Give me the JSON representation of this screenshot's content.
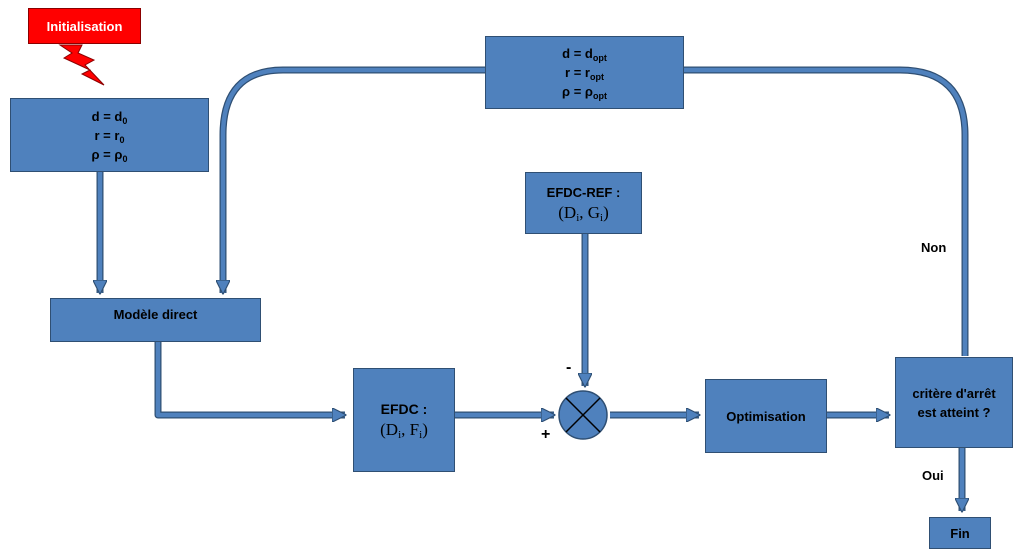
{
  "init_label": "Initialisation",
  "box_init": {
    "d": "d = d",
    "d_sub": "0",
    "r": "r = r",
    "r_sub": "0",
    "rho": "ρ = ρ",
    "rho_sub": "0"
  },
  "box_opt": {
    "d": "d = d",
    "d_sub": "opt",
    "r": "r = r",
    "r_sub": "opt",
    "rho": "ρ = ρ",
    "rho_sub": "opt"
  },
  "efdc_ref": {
    "title": "EFDC-REF :",
    "a": "(D",
    "a_sub": "i",
    "sep": ", G",
    "b_sub": "i",
    "close": ")"
  },
  "modele": "Modèle direct",
  "efdc": {
    "title": "EFDC :",
    "a": "(D",
    "a_sub": "i",
    "sep": ", F",
    "b_sub": "i",
    "close": ")"
  },
  "optimisation": "Optimisation",
  "critere": {
    "line1": "critère d'arrêt",
    "line2": "est atteint ?"
  },
  "fin": "Fin",
  "labels": {
    "non": "Non",
    "oui": "Oui",
    "minus": "-",
    "plus": "+"
  },
  "colors": {
    "box_fill": "#4f81bd",
    "box_border": "#2f4f73",
    "init_fill": "#ff0000"
  }
}
